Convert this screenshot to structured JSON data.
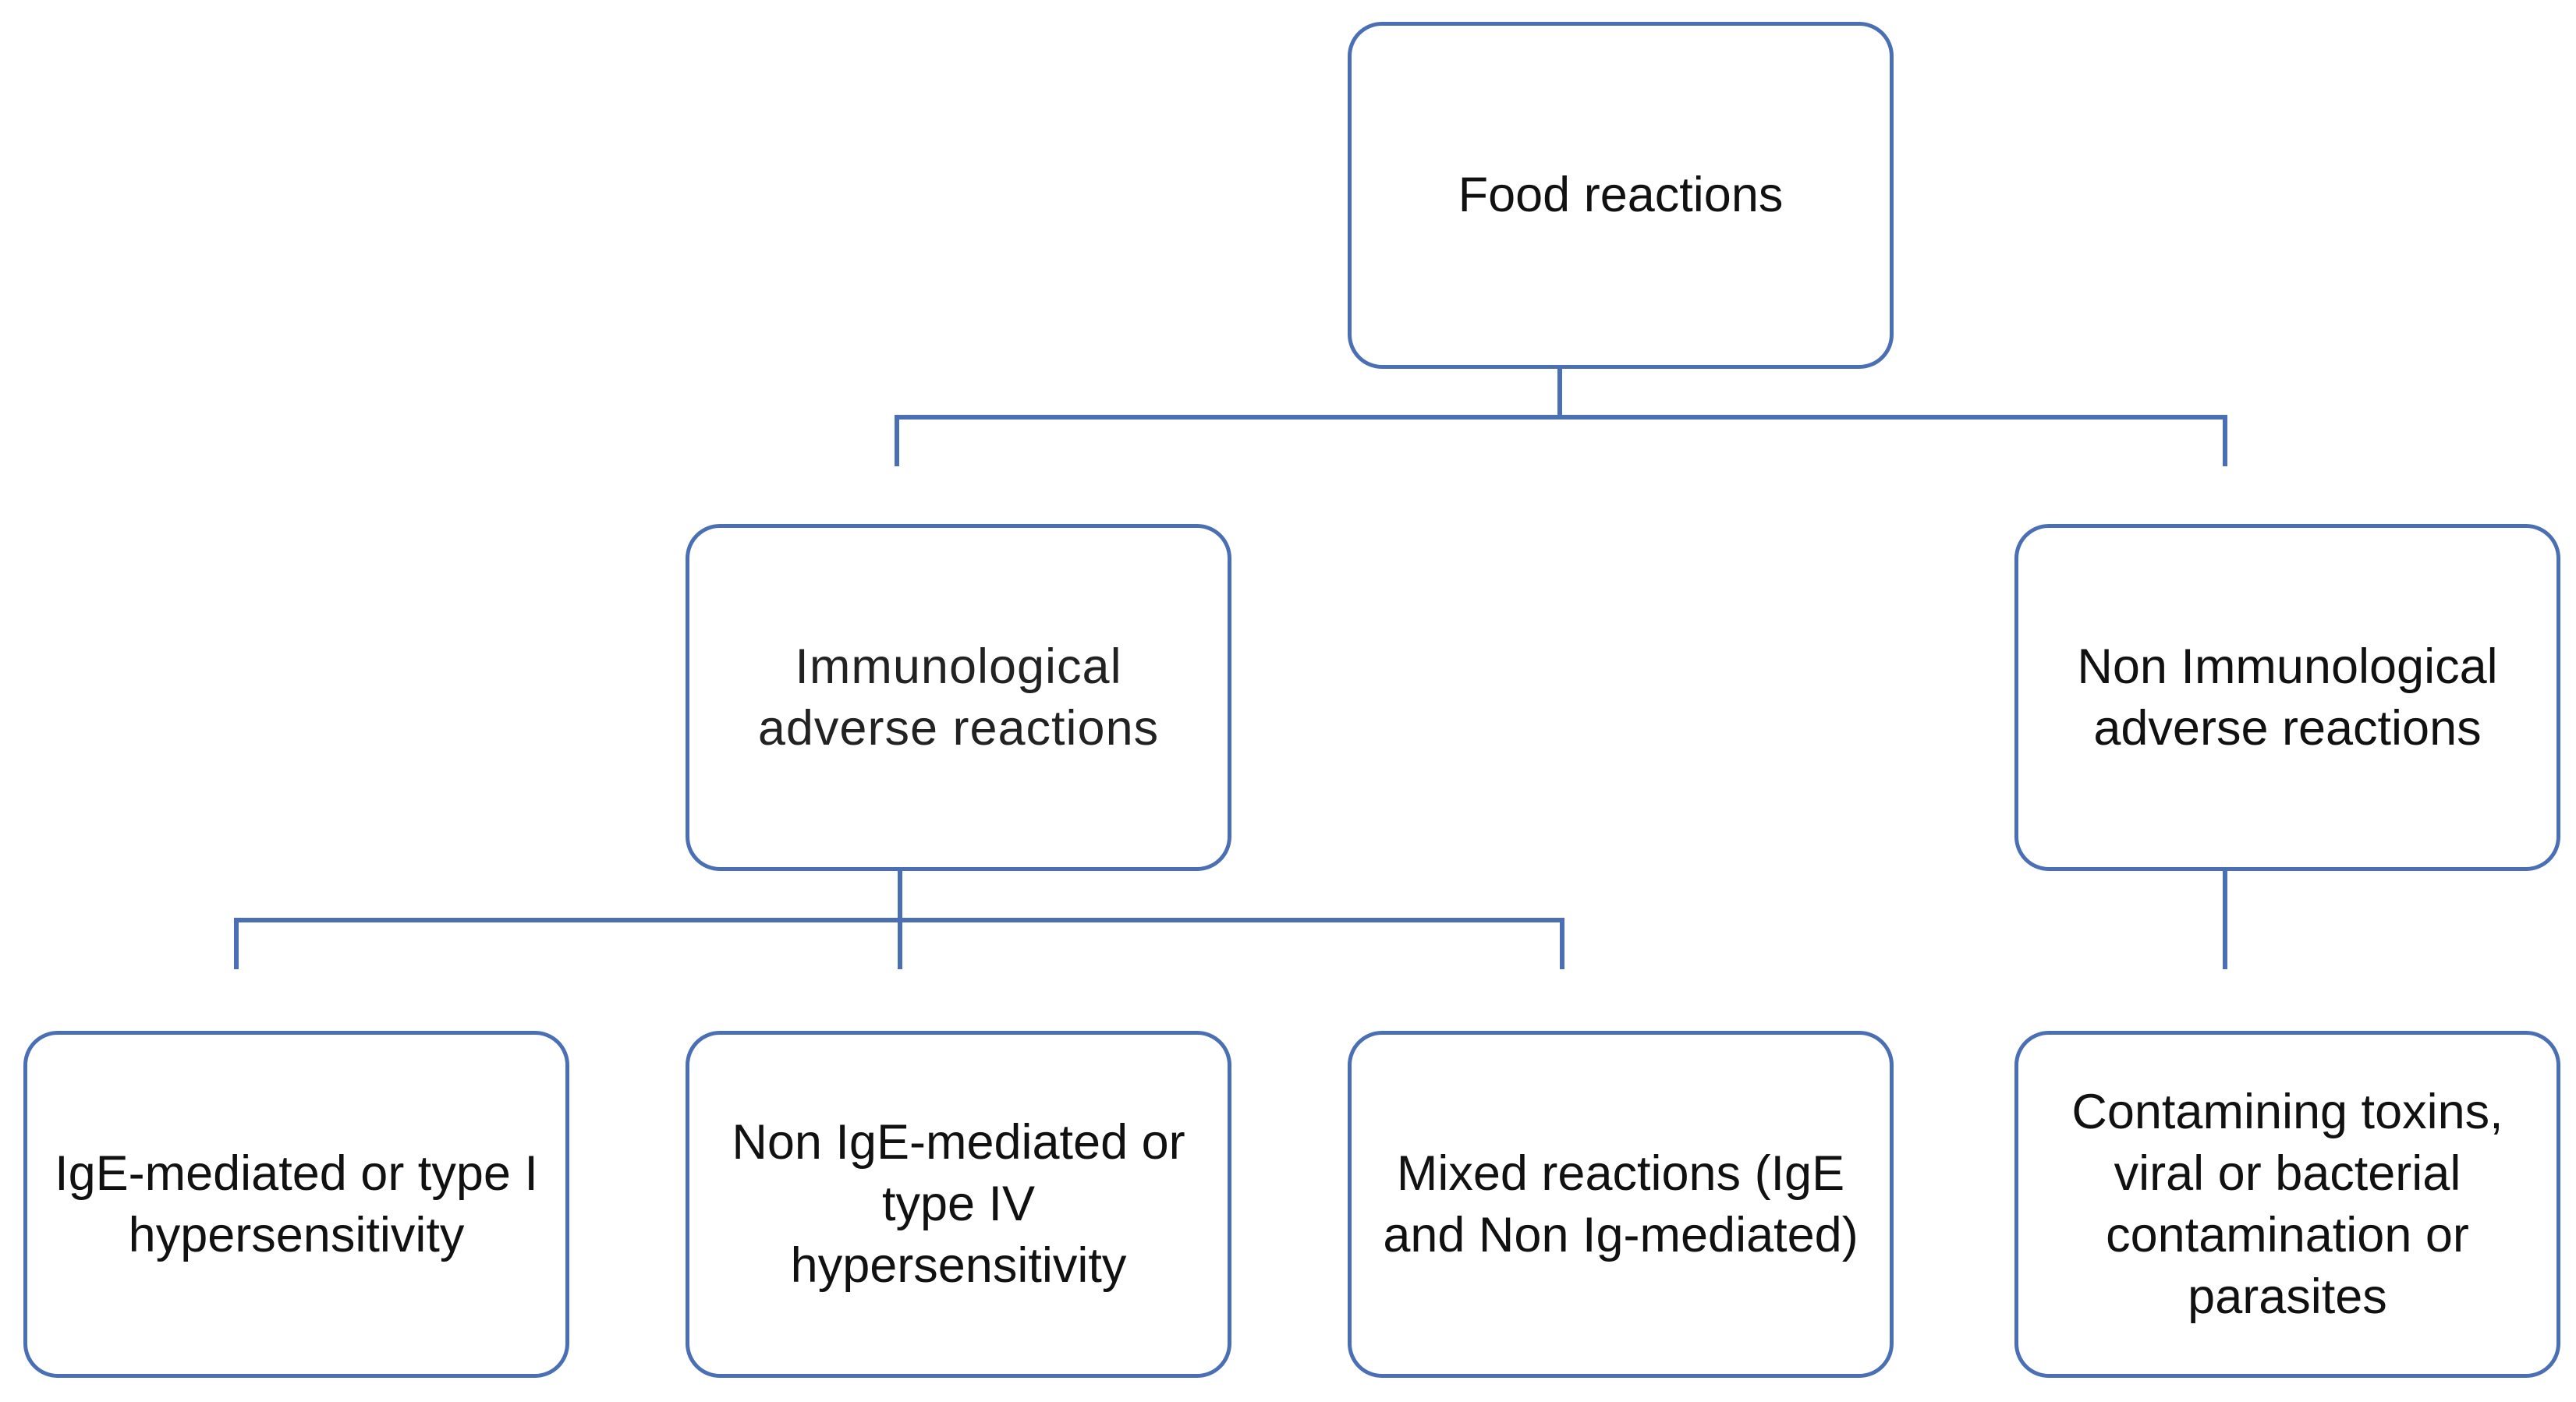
{
  "diagram": {
    "root": {
      "label": "Food reactions"
    },
    "branches": [
      {
        "label": "Immunological adverse reactions",
        "children": [
          {
            "label": "IgE-mediated or type I hypersensitivity"
          },
          {
            "label": "Non IgE-mediated or type IV hypersensitivity"
          },
          {
            "label": "Mixed reactions (IgE and Non Ig-mediated)"
          }
        ]
      },
      {
        "label": "Non Immunological adverse reactions",
        "children": [
          {
            "label": "Contamining toxins, viral or bacterial contamination or parasites"
          }
        ]
      }
    ],
    "colors": {
      "box_border": "#4a6fb5",
      "connector": "#4a6fb5",
      "text": "#111111"
    }
  }
}
